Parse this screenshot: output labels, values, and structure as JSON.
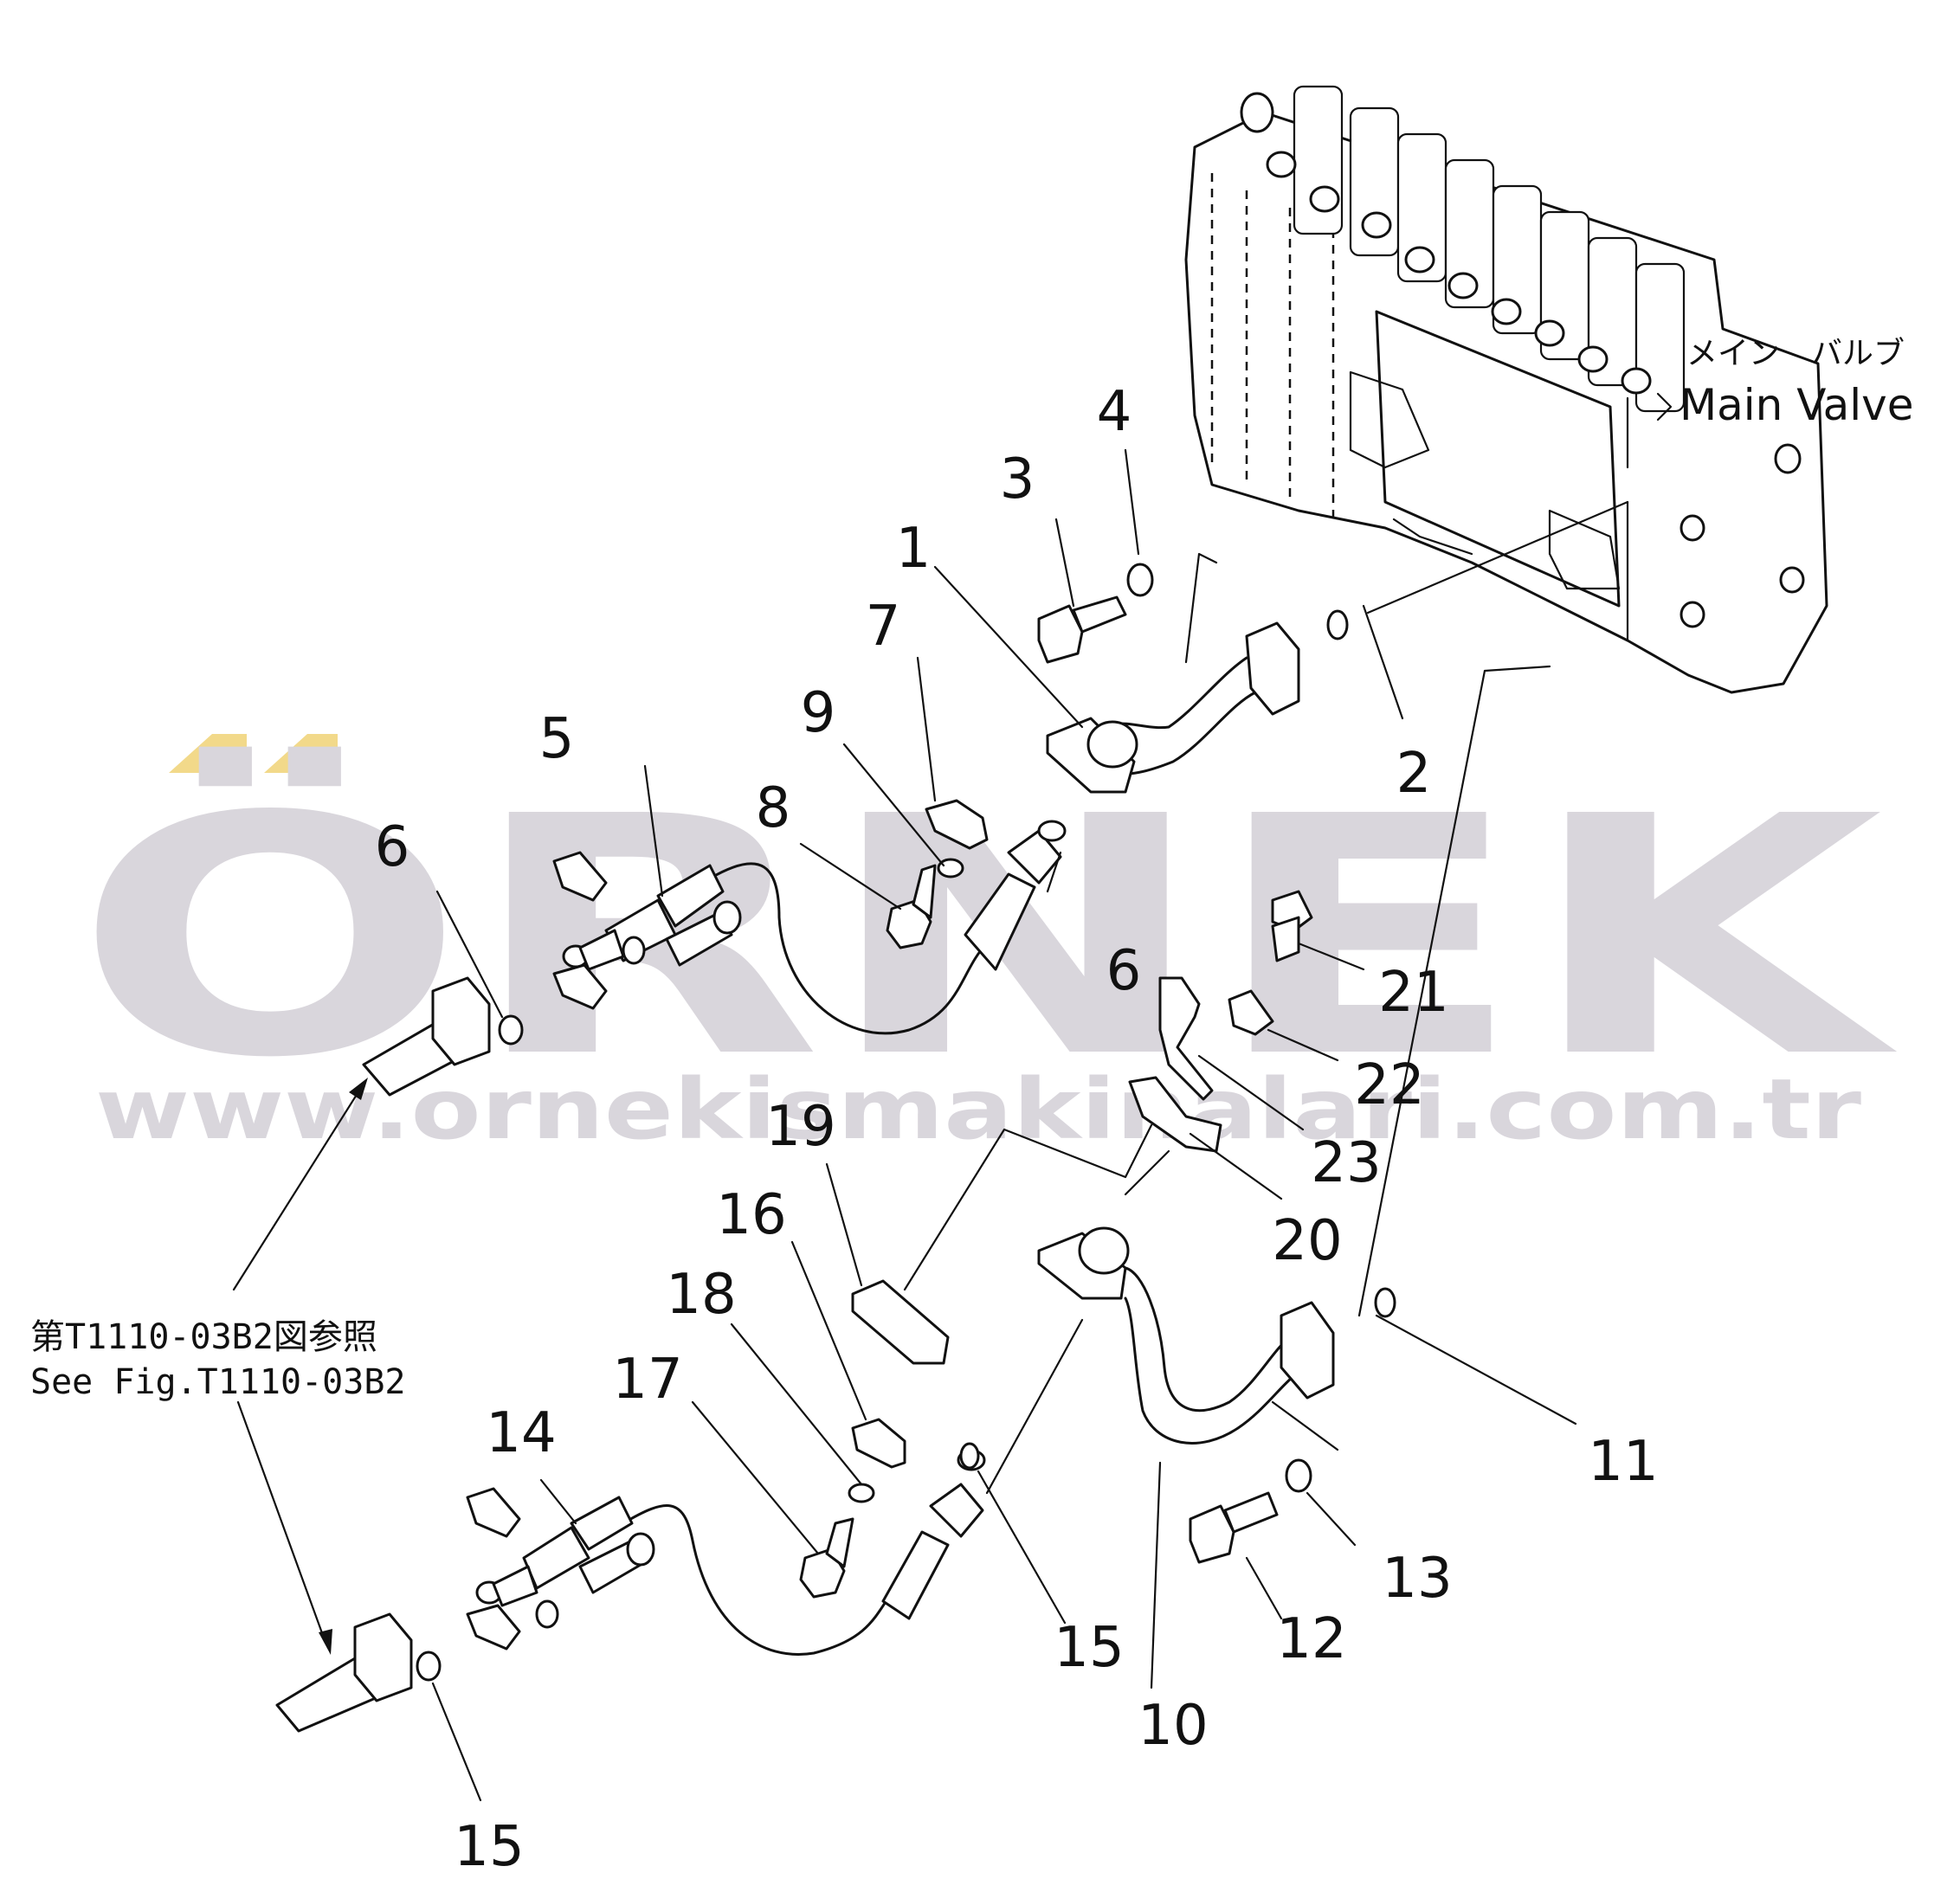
{
  "watermark": {
    "brand": "ÖRNEK",
    "url": "www.ornekismakinalari.com.tr",
    "text_color": "#d9d6dc",
    "accent_color": "#f2d98a"
  },
  "main_valve": {
    "label_jp": "メイン　バルブ",
    "label_en": "Main Valve"
  },
  "reference_note": {
    "line1": "第T1110-03B2図参照",
    "line2": "See Fig.T1110-03B2"
  },
  "callouts": [
    {
      "id": "c1",
      "text": "1"
    },
    {
      "id": "c2",
      "text": "2"
    },
    {
      "id": "c3",
      "text": "3"
    },
    {
      "id": "c4",
      "text": "4"
    },
    {
      "id": "c5",
      "text": "5"
    },
    {
      "id": "c6a",
      "text": "6"
    },
    {
      "id": "c6b",
      "text": "6"
    },
    {
      "id": "c7",
      "text": "7"
    },
    {
      "id": "c8",
      "text": "8"
    },
    {
      "id": "c9",
      "text": "9"
    },
    {
      "id": "c10",
      "text": "10"
    },
    {
      "id": "c11",
      "text": "11"
    },
    {
      "id": "c12",
      "text": "12"
    },
    {
      "id": "c13",
      "text": "13"
    },
    {
      "id": "c14",
      "text": "14"
    },
    {
      "id": "c15a",
      "text": "15"
    },
    {
      "id": "c15b",
      "text": "15"
    },
    {
      "id": "c16",
      "text": "16"
    },
    {
      "id": "c17",
      "text": "17"
    },
    {
      "id": "c18",
      "text": "18"
    },
    {
      "id": "c19",
      "text": "19"
    },
    {
      "id": "c20",
      "text": "20"
    },
    {
      "id": "c21",
      "text": "21"
    },
    {
      "id": "c22",
      "text": "22"
    },
    {
      "id": "c23",
      "text": "23"
    }
  ]
}
